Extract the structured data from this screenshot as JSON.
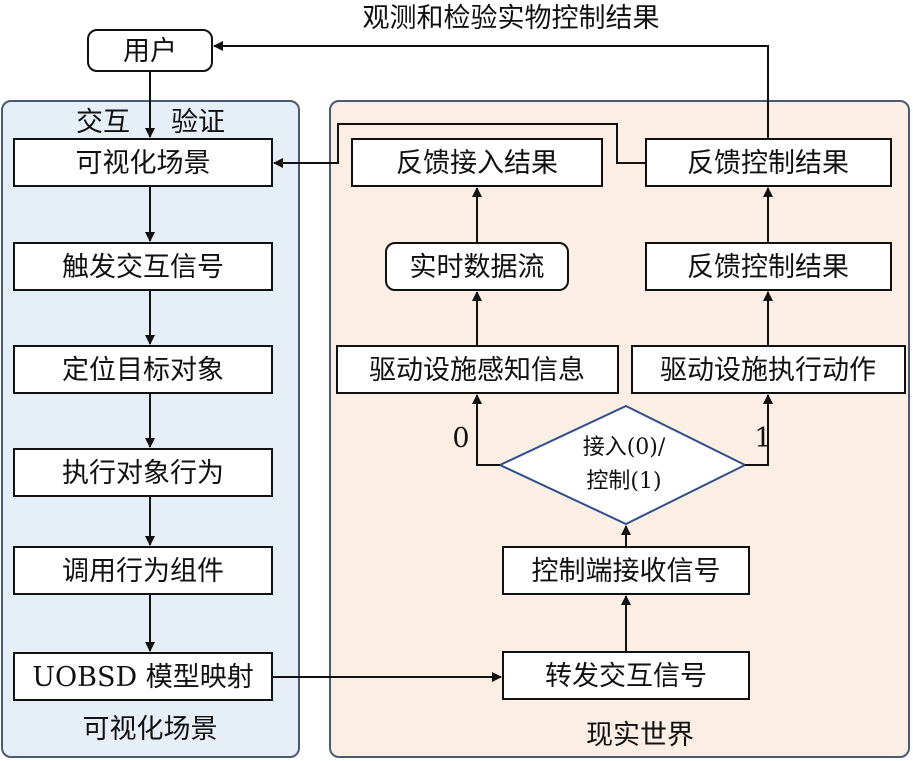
{
  "colors": {
    "left_panel_fill": "#e6eef8",
    "left_panel_stroke": "#4a5a72",
    "right_panel_fill": "#fbeee4",
    "right_panel_stroke": "#4a5a72",
    "diamond_stroke": "#2f4e8a"
  },
  "top_label": "观测和检验实物控制结果",
  "user": "用户",
  "left_panel": {
    "title_left": "交互",
    "title_right": "验证",
    "footer": "可视化场景",
    "steps": [
      "可视化场景",
      "触发交互信号",
      "定位目标对象",
      "执行对象行为",
      "调用行为组件",
      "UOBSD 模型映射"
    ]
  },
  "right_panel": {
    "footer": "现实世界",
    "forward": "转发交互信号",
    "receive": "控制端接收信号",
    "decision_line1": "接入(0)/",
    "decision_line2": "控制(1)",
    "branch_left": "0",
    "branch_right": "1",
    "sense": "驱动设施感知信息",
    "execute": "驱动设施执行动作",
    "stream": "实时数据流",
    "control_result_lower": "反馈控制结果",
    "access_result": "反馈接入结果",
    "control_result_upper": "反馈控制结果"
  }
}
